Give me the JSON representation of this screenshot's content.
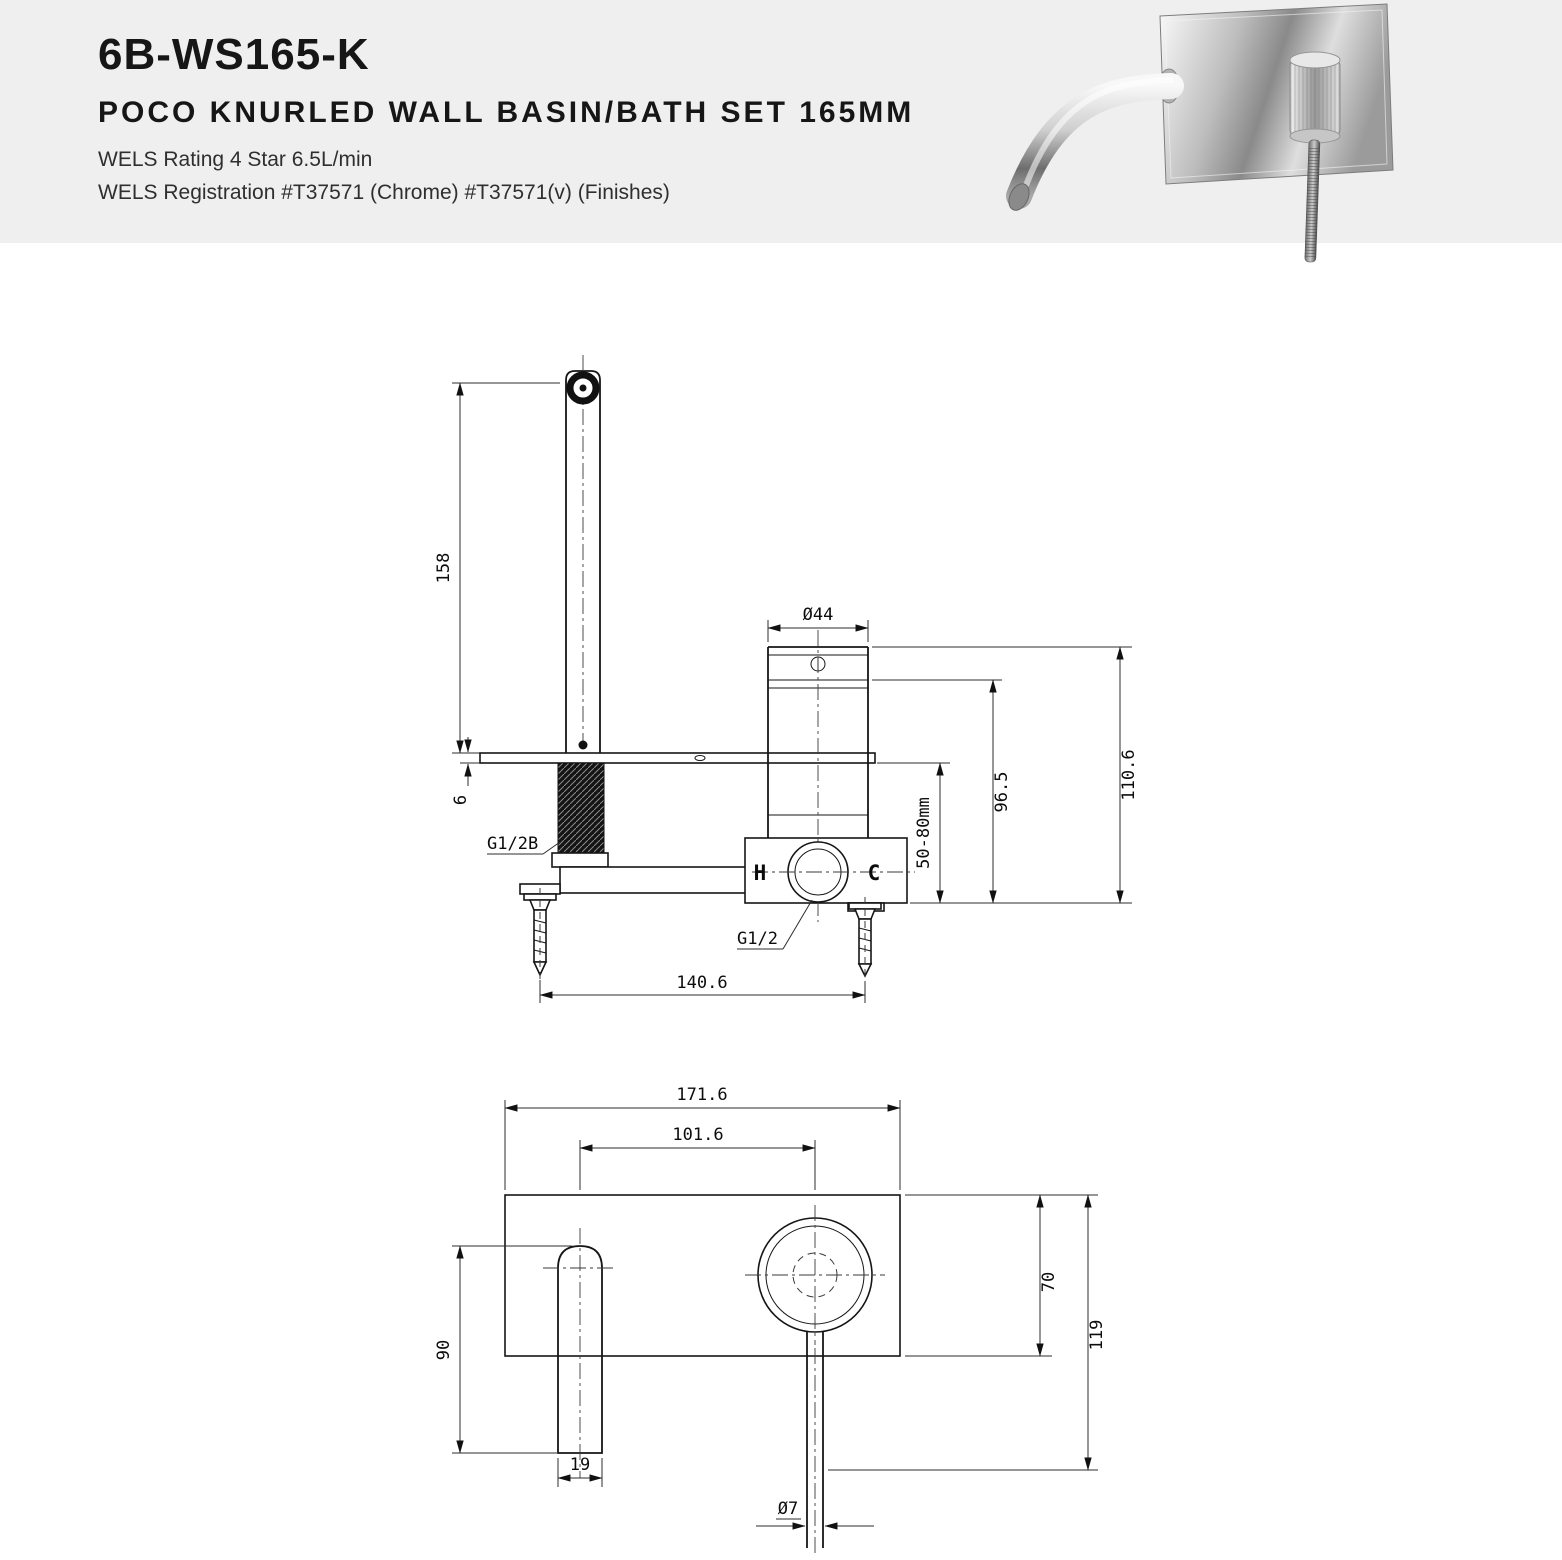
{
  "header": {
    "code": "6B-WS165-K",
    "title": "POCO KNURLED WALL BASIN/BATH SET 165MM",
    "wels_rating": "WELS Rating 4 Star 6.5L/min",
    "wels_registration": "WELS Registration #T37571 (Chrome) #T37571(v) (Finishes)"
  },
  "side_view": {
    "dims": {
      "spout_height": "158",
      "handle_diameter": "Ø44",
      "overall_height": "110.6",
      "body_height": "96.5",
      "wall_range": "50-80mm",
      "plate_thickness": "6",
      "inlet_thread": "G1/2B",
      "cartridge_thread": "G1/2",
      "hot_label": "H",
      "cold_label": "C",
      "fixing_centres": "140.6"
    }
  },
  "front_view": {
    "dims": {
      "plate_width": "171.6",
      "hole_centres": "101.6",
      "spout_drop": "90",
      "plate_height": "70",
      "overall_height": "119",
      "spout_width": "19",
      "lever_diameter": "Ø7"
    }
  }
}
